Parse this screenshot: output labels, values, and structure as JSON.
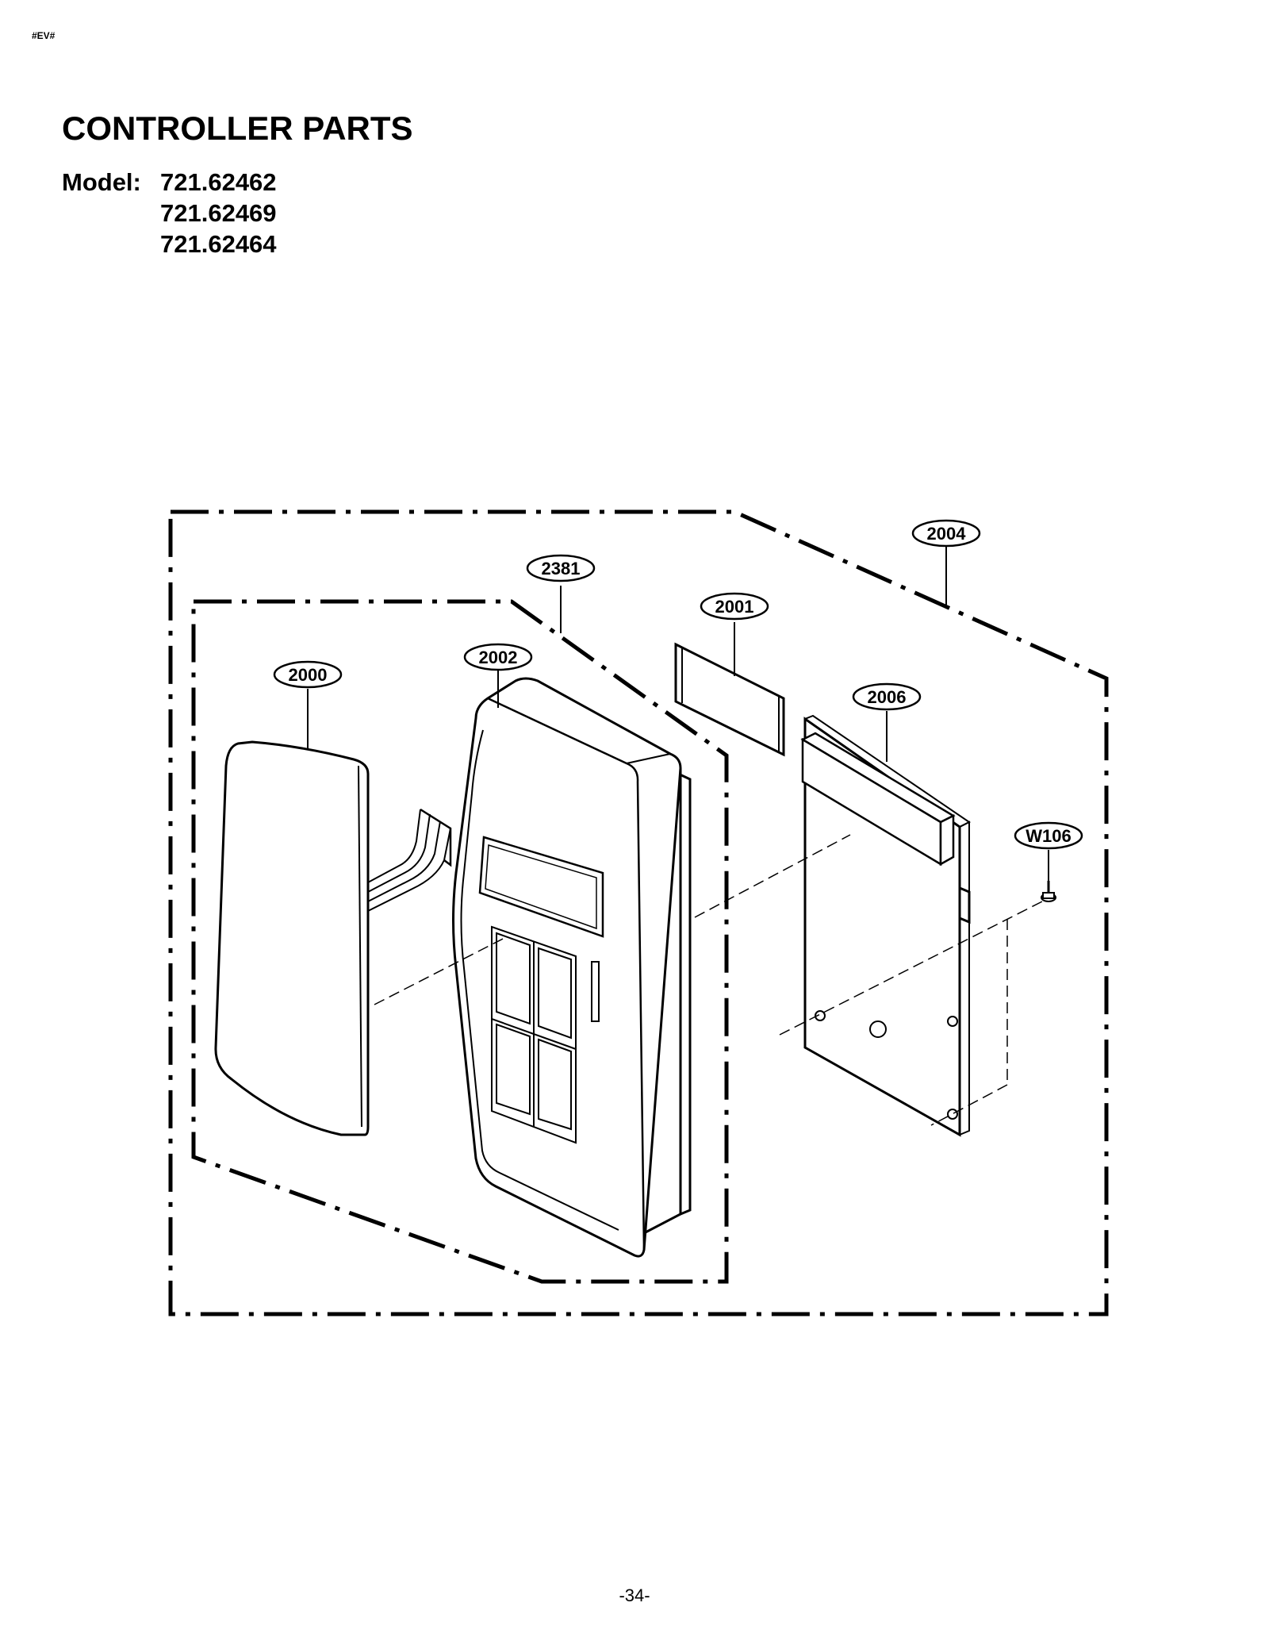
{
  "header": {
    "corner_tag": "#EV#"
  },
  "title": "CONTROLLER PARTS",
  "models": {
    "label": "Model:",
    "numbers": [
      "721.62462",
      "721.62469",
      "721.62464"
    ]
  },
  "callouts": {
    "p2004": "2004",
    "p2381": "2381",
    "p2001": "2001",
    "p2002": "2002",
    "p2000": "2000",
    "p2006": "2006",
    "w106": "W106"
  },
  "footer": {
    "page_number": "-34-"
  }
}
